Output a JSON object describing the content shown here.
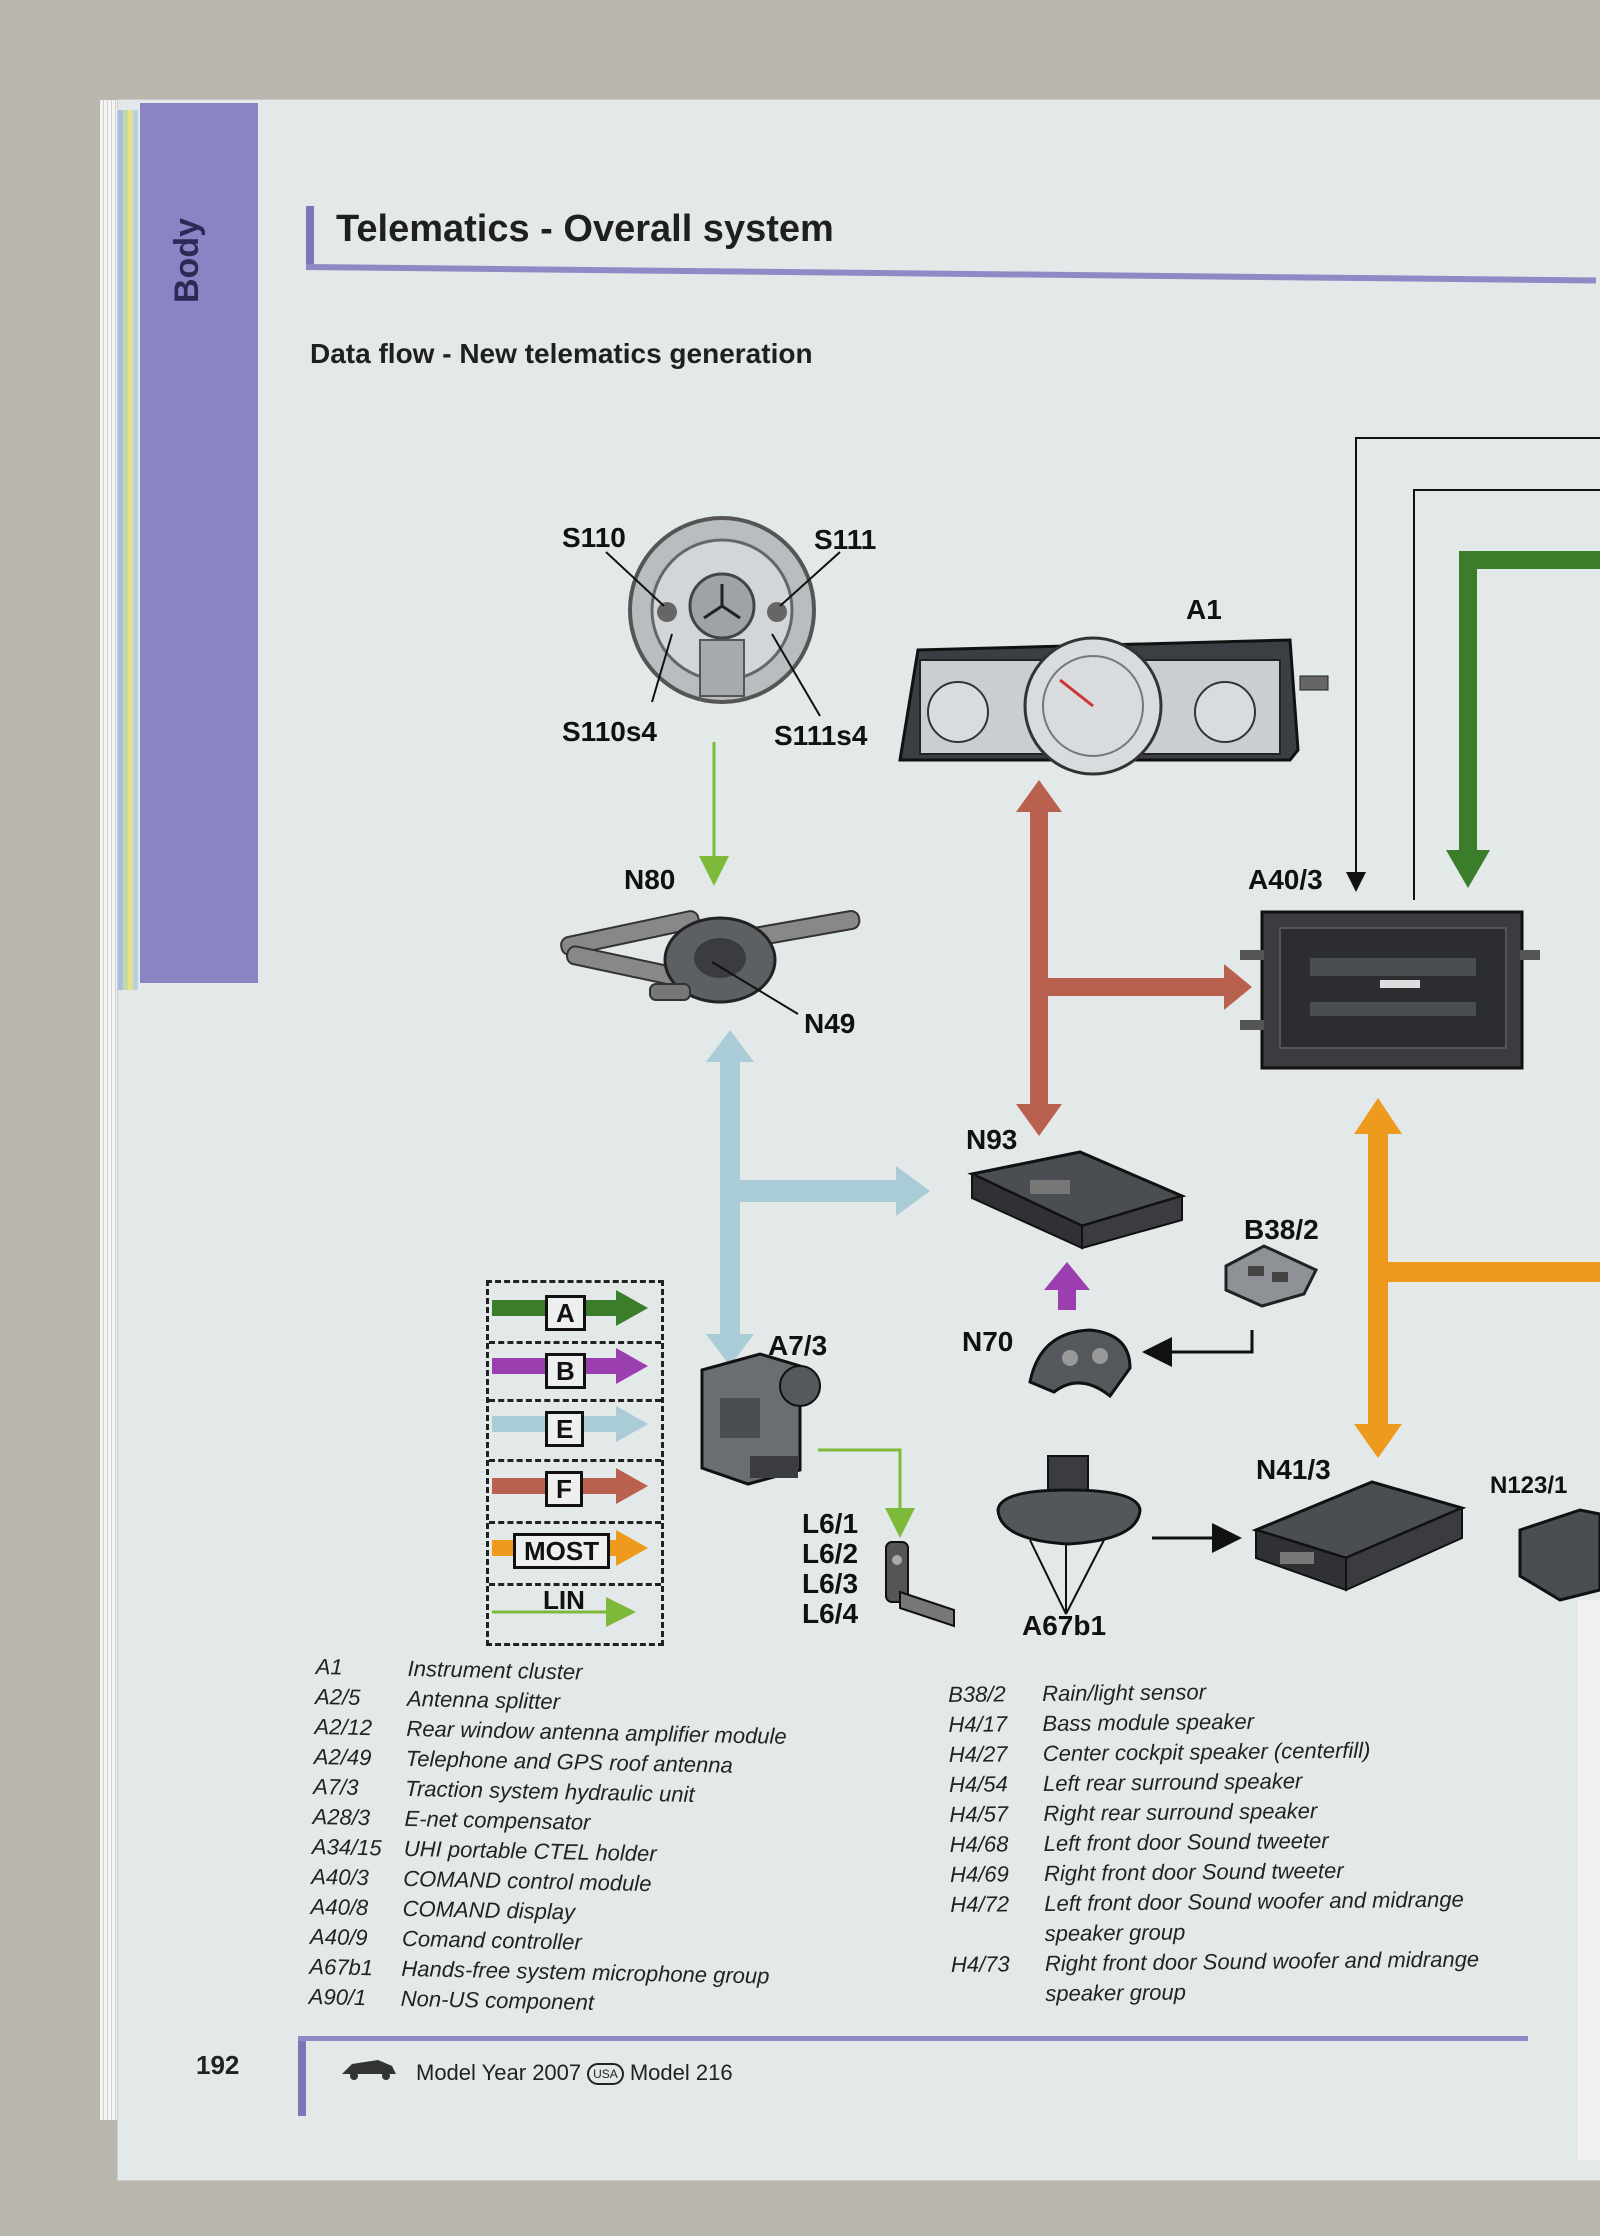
{
  "section_tab": "Body",
  "title": "Telematics - Overall system",
  "subtitle": "Data flow - New telematics generation",
  "component_labels": {
    "s110": "S110",
    "s111": "S111",
    "s110s4": "S110s4",
    "s111s4": "S111s4",
    "a1": "A1",
    "n80": "N80",
    "n49": "N49",
    "a40_3": "A40/3",
    "n93": "N93",
    "b38_2": "B38/2",
    "n70": "N70",
    "a7_3": "A7/3",
    "l6_1": "L6/1",
    "l6_2": "L6/2",
    "l6_3": "L6/3",
    "l6_4": "L6/4",
    "a67b1": "A67b1",
    "n41_3": "N41/3",
    "n123_1": "N123/1"
  },
  "legend": [
    {
      "key": "A",
      "color": "#3a7d2a"
    },
    {
      "key": "B",
      "color": "#9b3fb0"
    },
    {
      "key": "E",
      "color": "#a9ccd6"
    },
    {
      "key": "F",
      "color": "#b9604f"
    },
    {
      "key": "MOST",
      "color": "#ee9a1c"
    },
    {
      "key": "LIN",
      "color": "#7dba3a"
    }
  ],
  "descriptions_left": [
    {
      "code": "A1",
      "text": "Instrument cluster"
    },
    {
      "code": "A2/5",
      "text": "Antenna splitter"
    },
    {
      "code": "A2/12",
      "text": "Rear window antenna amplifier module"
    },
    {
      "code": "A2/49",
      "text": "Telephone and GPS roof antenna"
    },
    {
      "code": "A7/3",
      "text": "Traction system hydraulic unit"
    },
    {
      "code": "A28/3",
      "text": "E-net compensator"
    },
    {
      "code": "A34/15",
      "text": "UHI portable CTEL holder"
    },
    {
      "code": "A40/3",
      "text": "COMAND control module"
    },
    {
      "code": "A40/8",
      "text": "COMAND display"
    },
    {
      "code": "A40/9",
      "text": "Comand controller"
    },
    {
      "code": "A67b1",
      "text": "Hands-free system microphone group"
    },
    {
      "code": "A90/1",
      "text": "Non-US component"
    }
  ],
  "descriptions_right": [
    {
      "code": "B38/2",
      "text": "Rain/light sensor"
    },
    {
      "code": "H4/17",
      "text": "Bass module speaker"
    },
    {
      "code": "H4/27",
      "text": "Center cockpit speaker (centerfill)"
    },
    {
      "code": "H4/54",
      "text": "Left rear surround speaker"
    },
    {
      "code": "H4/57",
      "text": "Right rear surround speaker"
    },
    {
      "code": "H4/68",
      "text": "Left front door Sound tweeter"
    },
    {
      "code": "H4/69",
      "text": "Right front door Sound tweeter"
    },
    {
      "code": "H4/72",
      "text": "Left front door Sound woofer and midrange"
    },
    {
      "code": "",
      "text": "speaker group"
    },
    {
      "code": "H4/73",
      "text": "Right front door Sound woofer and midrange"
    },
    {
      "code": "",
      "text": "speaker group"
    }
  ],
  "footer": {
    "page_number": "192",
    "model_year": "Model Year 2007",
    "usa_badge": "USA",
    "model": "Model 216"
  }
}
